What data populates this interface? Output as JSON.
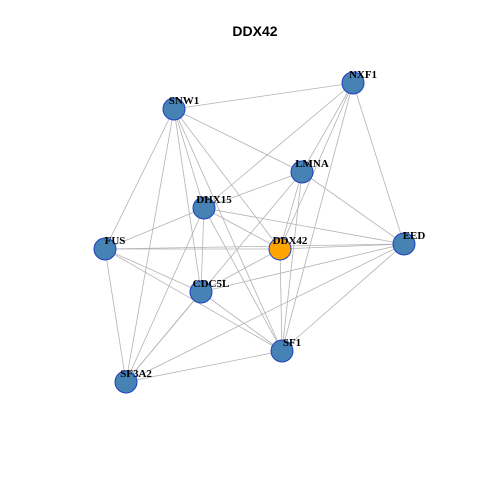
{
  "title": "DDX42",
  "colors": {
    "node_fill": "#4682b4",
    "node_stroke": "#1f3fbf",
    "focus_fill": "#ffa500",
    "focus_stroke": "#1f3fbf",
    "edge": "#b3b3b3"
  },
  "nodes": [
    {
      "id": "NXF1",
      "label": "NXF1"
    },
    {
      "id": "SNW1",
      "label": "SNW1"
    },
    {
      "id": "LMNA",
      "label": "LMNA"
    },
    {
      "id": "DHX15",
      "label": "DHX15"
    },
    {
      "id": "FUS",
      "label": "FUS"
    },
    {
      "id": "DDX42",
      "label": "DDX42",
      "focus": true
    },
    {
      "id": "EED",
      "label": "EED"
    },
    {
      "id": "CDC5L",
      "label": "CDC5L"
    },
    {
      "id": "SF1",
      "label": "SF1"
    },
    {
      "id": "SF3A2",
      "label": "SF3A2"
    }
  ],
  "edges": [
    [
      "SNW1",
      "NXF1"
    ],
    [
      "SNW1",
      "LMNA"
    ],
    [
      "SNW1",
      "FUS"
    ],
    [
      "SNW1",
      "DHX15"
    ],
    [
      "SNW1",
      "DDX42"
    ],
    [
      "SNW1",
      "CDC5L"
    ],
    [
      "SNW1",
      "SF1"
    ],
    [
      "SNW1",
      "SF3A2"
    ],
    [
      "NXF1",
      "LMNA"
    ],
    [
      "NXF1",
      "DHX15"
    ],
    [
      "NXF1",
      "DDX42"
    ],
    [
      "NXF1",
      "EED"
    ],
    [
      "NXF1",
      "SF1"
    ],
    [
      "LMNA",
      "DHX15"
    ],
    [
      "LMNA",
      "EED"
    ],
    [
      "LMNA",
      "DDX42"
    ],
    [
      "LMNA",
      "SF1"
    ],
    [
      "LMNA",
      "SF3A2"
    ],
    [
      "DHX15",
      "FUS"
    ],
    [
      "DHX15",
      "DDX42"
    ],
    [
      "DHX15",
      "EED"
    ],
    [
      "DHX15",
      "CDC5L"
    ],
    [
      "DHX15",
      "SF1"
    ],
    [
      "DHX15",
      "SF3A2"
    ],
    [
      "FUS",
      "DDX42"
    ],
    [
      "FUS",
      "CDC5L"
    ],
    [
      "FUS",
      "SF1"
    ],
    [
      "FUS",
      "SF3A2"
    ],
    [
      "FUS",
      "EED"
    ],
    [
      "DDX42",
      "EED"
    ],
    [
      "DDX42",
      "CDC5L"
    ],
    [
      "DDX42",
      "SF1"
    ],
    [
      "EED",
      "CDC5L"
    ],
    [
      "EED",
      "SF1"
    ],
    [
      "EED",
      "SF3A2"
    ],
    [
      "CDC5L",
      "SF1"
    ],
    [
      "CDC5L",
      "SF3A2"
    ],
    [
      "SF1",
      "SF3A2"
    ]
  ]
}
